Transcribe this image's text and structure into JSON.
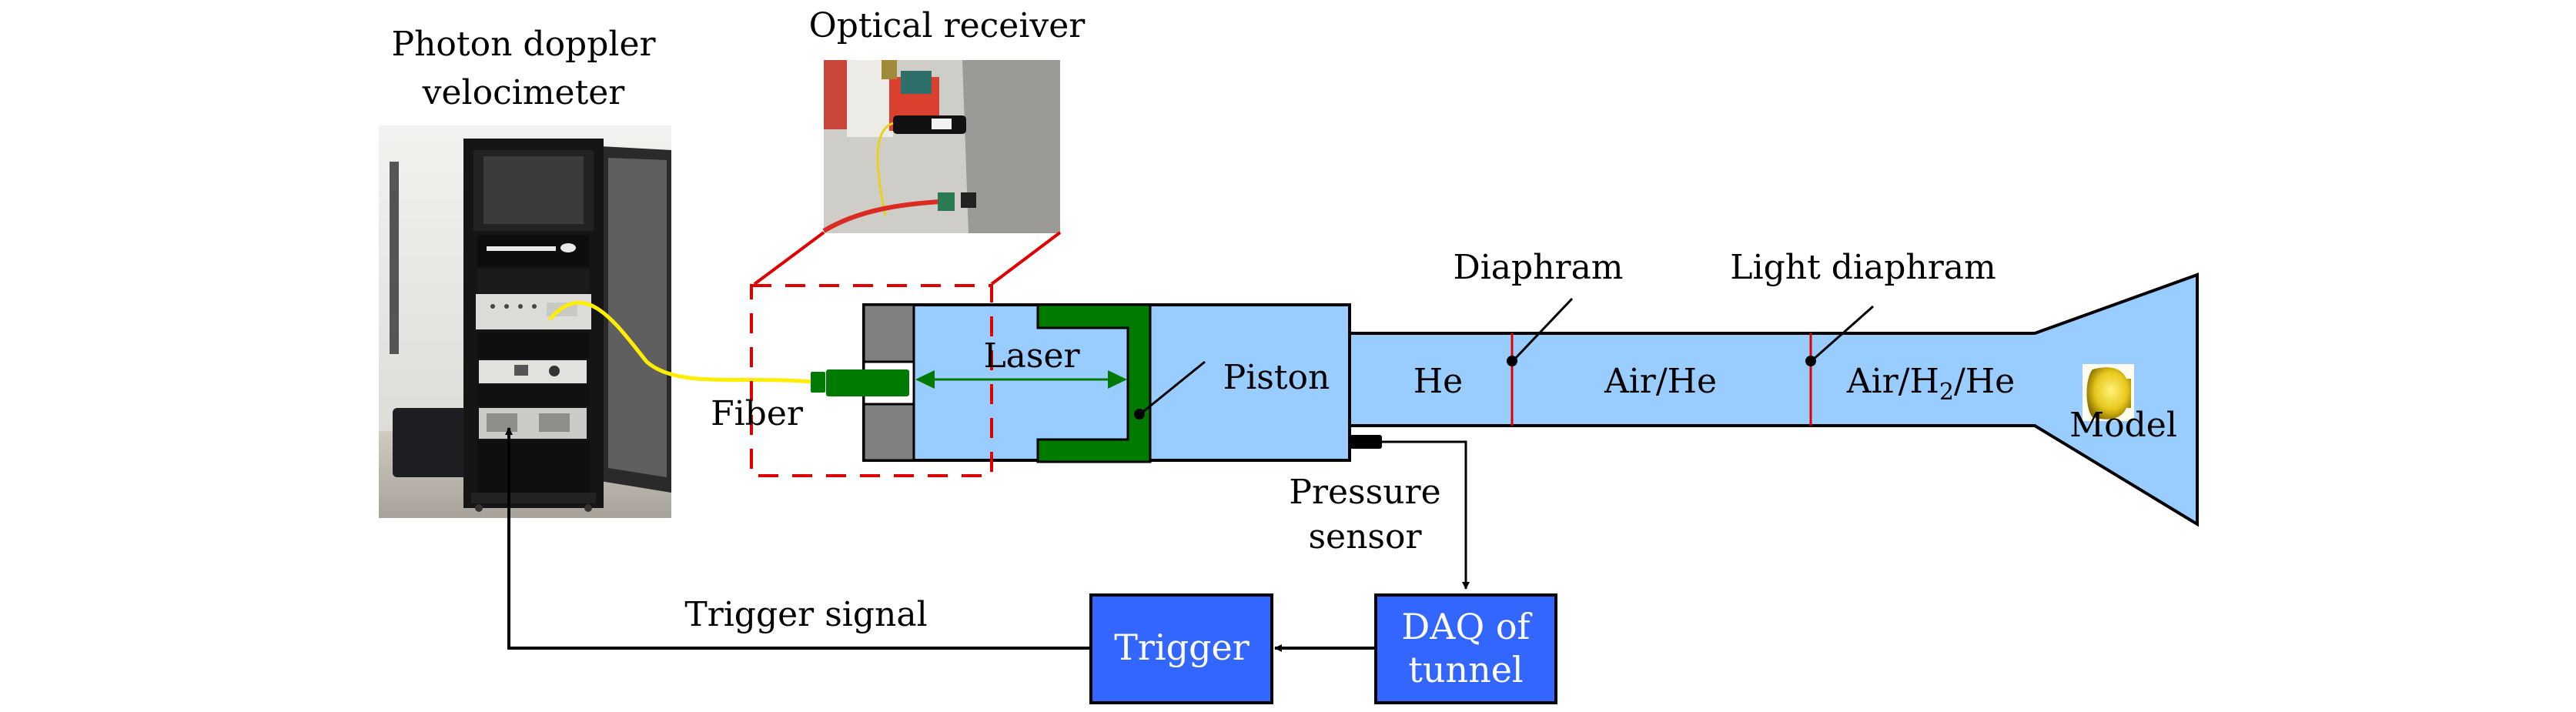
{
  "labels": {
    "pdv_line1": "Photon doppler",
    "pdv_line2": "velocimeter",
    "optical_receiver": "Optical receiver",
    "fiber": "Fiber",
    "laser": "Laser",
    "piston": "Piston",
    "diaphragm": "Diaphram",
    "light_diaphragm": "Light diaphram",
    "model": "Model",
    "pressure_sensor_line1": "Pressure",
    "pressure_sensor_line2": "sensor",
    "trigger_signal": "Trigger signal"
  },
  "gas_sections": [
    {
      "name": "He"
    },
    {
      "name": "Air/He"
    },
    {
      "prefix": "Air/H",
      "subscript": "2",
      "suffix": "/He"
    }
  ],
  "boxes": {
    "trigger": "Trigger",
    "daq_line1": "DAQ of",
    "daq_line2": "tunnel"
  },
  "icons": {
    "pdv_photo": "equipment-rack-photo",
    "receiver_photo": "optical-receiver-photo",
    "model_icon": "capsule-model-icon"
  },
  "colors": {
    "tube_fill": "#99ccff",
    "piston_green": "#007a00",
    "diaphragm_red": "#e00000",
    "box_blue": "#3366ff",
    "end_cap_gray": "#808080",
    "fiber_yellow": "#ffee00"
  }
}
